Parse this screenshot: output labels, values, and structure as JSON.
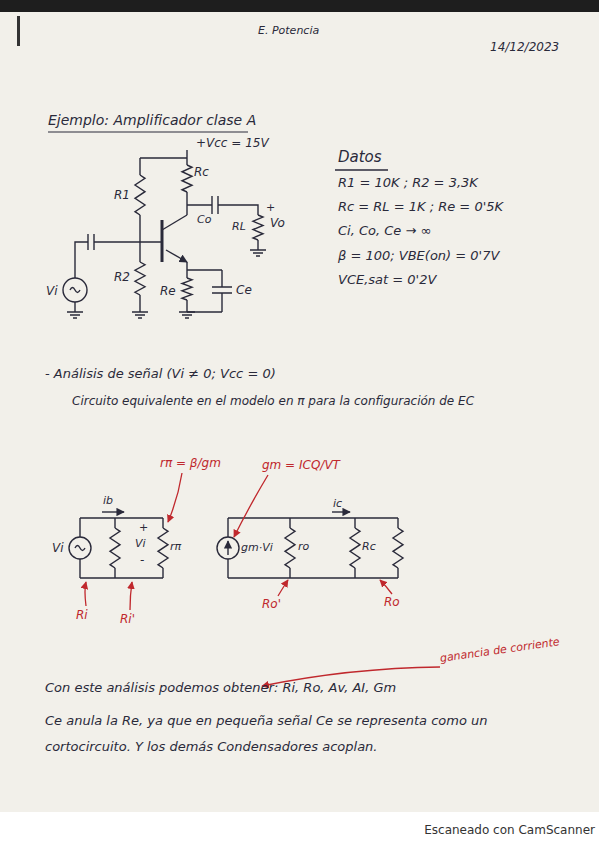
{
  "diagram": {
    "title": "Ejemplo: Amplificador clase A",
    "labels": [
      "E. Potencia",
      "14/12/2023",
      "+Vcc = 15V",
      "R1",
      "Rc",
      "Co",
      "RL",
      "+",
      "Vo",
      "R2",
      "Re",
      "Ce",
      "Vi",
      "Datos",
      "R1 = 10K ; R2 = 3,3K",
      "Rc = RL = 1K ; Re = 0'5K",
      "Ci, Co, Ce → ∞",
      "β = 100; VBE(on) = 0'7V",
      "VCE,sat = 0'2V",
      "- Análisis de señal (Vi ≠ 0; Vcc = 0)",
      "Circuito equivalente en el modelo en π para la configuración de EC",
      "rπ = β/gm",
      "gm = ICQ/VT",
      "ib",
      "Vi",
      "+",
      "Vi",
      "-",
      "rπ",
      "gm·Vi",
      "ro",
      "ic",
      "Rc",
      "Ri",
      "Ri'",
      "Ro'",
      "Ro",
      "ganancia de corriente",
      "Con este análisis podemos obtener: Ri, Ro, Av, AI, Gm",
      "Ce anula la Re, ya que en pequeña señal Ce se representa como un cortocircuito. Y los demás Condensadores acoplan.",
      "Escaneado con CamScanner"
    ]
  }
}
